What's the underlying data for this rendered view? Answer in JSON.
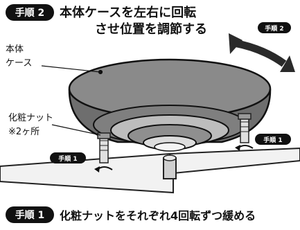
{
  "step2": {
    "badge": "手順 2",
    "title_line1": "本体ケースを左右に回転",
    "title_line2": "させ位置を調節する"
  },
  "step1": {
    "badge": "手順 1",
    "title": "化粧ナットをそれぞれ4回転ずつ緩める"
  },
  "labels": {
    "case_line1": "本体",
    "case_line2": "ケース",
    "nut_line1": "化粧ナット",
    "nut_line2": "※2ヶ所"
  },
  "callouts": {
    "step2_small": "手順 2",
    "step1_left": "手順 1",
    "step1_right": "手順 1"
  },
  "colors": {
    "badge_bg": "#111111",
    "case_fill": "#7a7a7a",
    "case_dark": "#5e5e5e",
    "inner_light": "#d6d6d6"
  }
}
